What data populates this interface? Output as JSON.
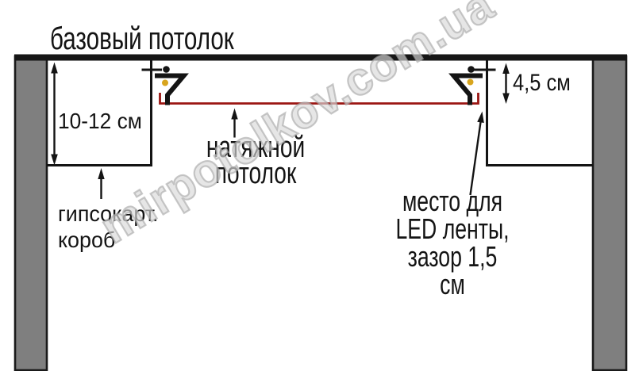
{
  "diagram": {
    "title": "базовый потолок",
    "labels": {
      "box_height_range": "10-12 см",
      "drywall_box": "гипсокарт.\nкороб",
      "stretch_ceiling": "натяжной\nпотолок",
      "niche_height": "4,5 см",
      "led_place": "место для\nLED ленты,\nзазор 1,5 см"
    },
    "watermark": "mirpotolkov.com.ua",
    "colors": {
      "wall": "#7f7f7f",
      "wall_border": "#1a1a1a",
      "ceiling": "#161616",
      "line": "#141414",
      "stretch_line": "#9b1512",
      "fixing_dot": "#141414",
      "insulation_dot": "#d8a51e"
    }
  }
}
